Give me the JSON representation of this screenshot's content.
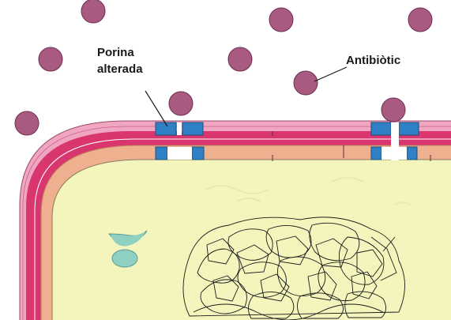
{
  "labels": {
    "porina_line1": "Porina",
    "porina_line2": "alterada",
    "antibiotic": "Antibiòtic"
  },
  "colors": {
    "background": "#ffffff",
    "cytoplasm": "#f4f5bd",
    "outer_membrane": "#f0a6c1",
    "periplasm": "#d9366f",
    "inner_membrane": "#eeb08e",
    "porin": "#2f80c4",
    "antibiotic_molecule": "#a85a80",
    "ribosome": "#8fd0c2",
    "nucleoid_lines": "#1a1a1a"
  },
  "icons": {
    "antibiotic": "circle-molecule",
    "porin": "square-channel",
    "ribosome": "two-subunit-blob",
    "nucleoid": "tangled-dna-loops"
  }
}
